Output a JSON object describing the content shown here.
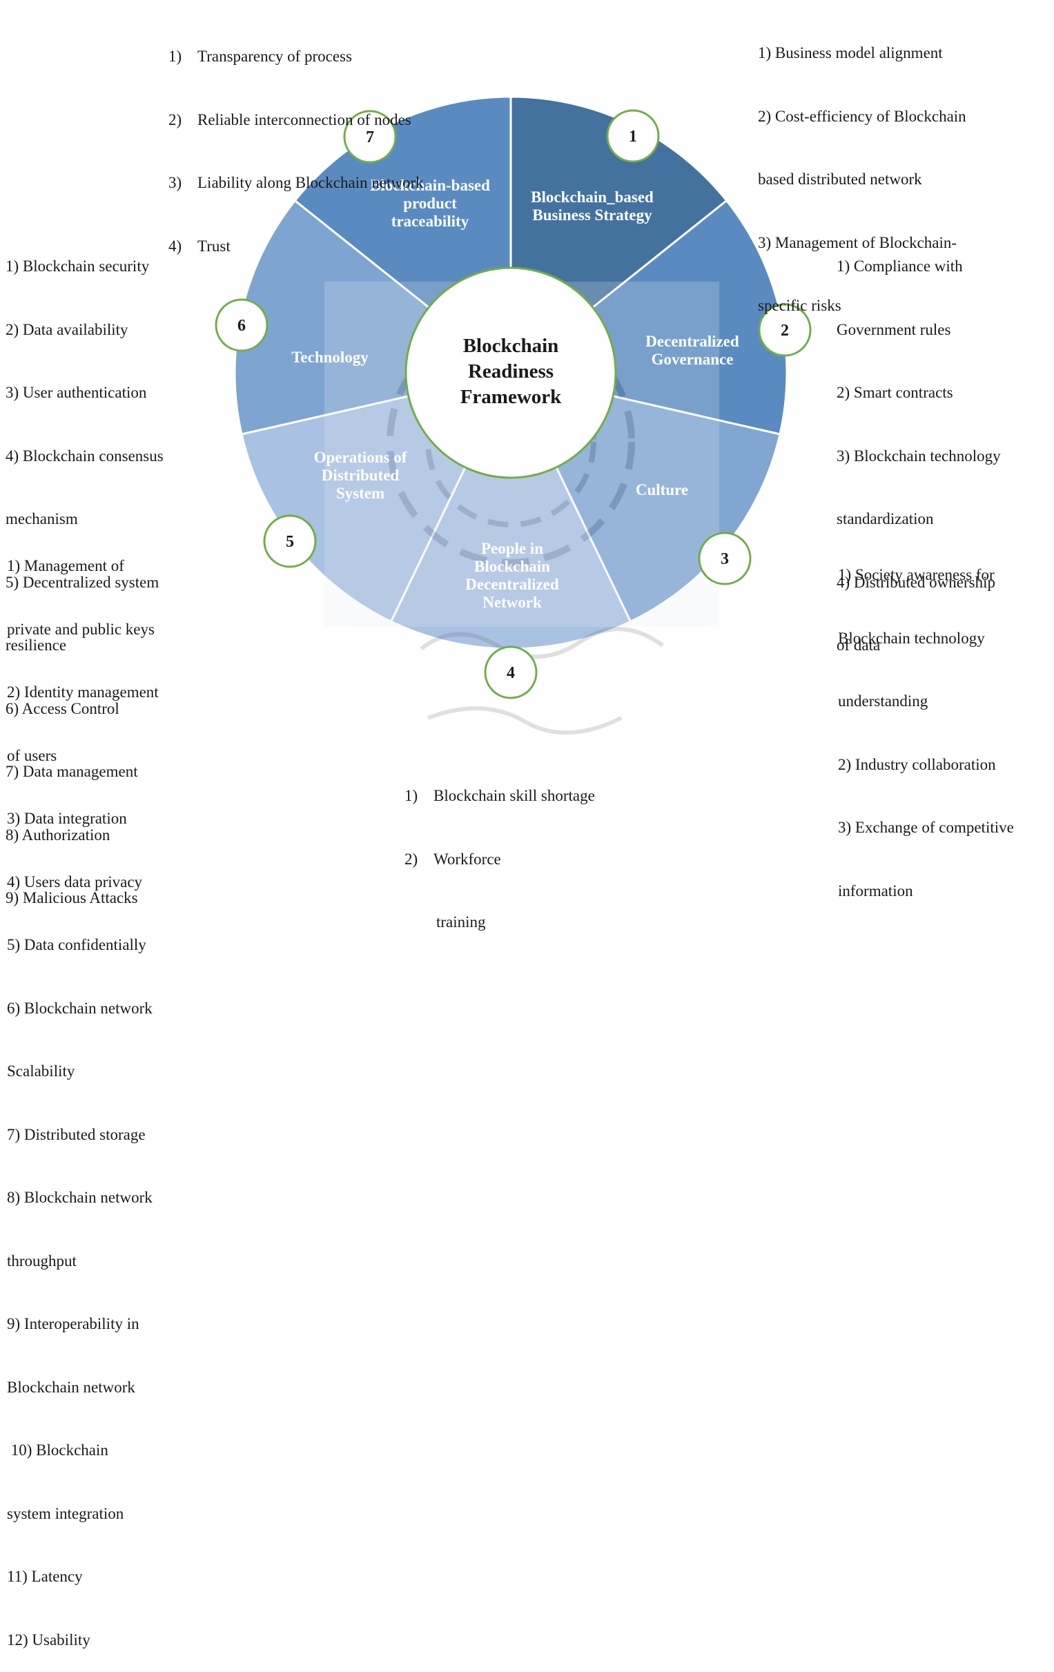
{
  "center_title": [
    "Blockchain",
    "Readiness",
    "Framework"
  ],
  "segments": [
    {
      "number": "1",
      "label": [
        "Blockchain_based",
        "Business Strategy"
      ],
      "color": "#44729f"
    },
    {
      "number": "2",
      "label": [
        "Decentralized",
        "Governance"
      ],
      "color": "#5a8bc0"
    },
    {
      "number": "3",
      "label": [
        "Culture"
      ],
      "color": "#81a6d2"
    },
    {
      "number": "4",
      "label": [
        "People in",
        "Blockchain",
        "Decentralized",
        "Network"
      ],
      "color": "#a9c1e2"
    },
    {
      "number": "5",
      "label": [
        "Operations of",
        "Distributed",
        "System"
      ],
      "color": "#a9c1e2"
    },
    {
      "number": "6",
      "label": [
        "Technology"
      ],
      "color": "#7ea4d1"
    },
    {
      "number": "7",
      "label": [
        "Blockchain-based",
        "product",
        "traceability"
      ],
      "color": "#5a8bc0"
    }
  ],
  "lists": {
    "l7": [
      "Transparency of process",
      "Reliable interconnection of nodes",
      "Liability along Blockchain network",
      "Trust"
    ],
    "l7_markers": [
      "1)",
      "2)",
      "3)",
      "4)"
    ],
    "l1": [
      "1) Business model alignment",
      "2) Cost-efficiency of Blockchain",
      "based distributed network",
      "3) Management of Blockchain-",
      "specific risks"
    ],
    "l6": [
      "1) Blockchain security",
      "2) Data availability",
      "3) User authentication",
      "4) Blockchain consensus",
      "mechanism",
      "5) Decentralized system",
      "resilience",
      "6) Access Control",
      "7) Data management",
      "8) Authorization",
      "9) Malicious Attacks"
    ],
    "l2": [
      "1) Compliance with",
      "Government rules",
      "2) Smart contracts",
      "3) Blockchain technology",
      "standardization",
      "4) Distributed ownership",
      "of data"
    ],
    "l5": [
      "1) Management of",
      "private and public keys",
      "2) Identity management",
      "of users",
      "3) Data integration",
      "4) Users data privacy",
      "5) Data confidentially",
      "6) Blockchain network",
      "Scalability",
      "7) Distributed storage",
      "8) Blockchain network",
      "throughput",
      "9) Interoperability in",
      "Blockchain network",
      " 10) Blockchain",
      "system integration",
      "11) Latency",
      "12) Usability"
    ],
    "l3": [
      "1) Society awareness for",
      "Blockchain technology",
      "understanding",
      "2) Industry collaboration",
      "3) Exchange of competitive",
      "information"
    ],
    "l4": [
      "Blockchain skill shortage",
      "Workforce",
      "training"
    ],
    "l4_markers": [
      "1)",
      "2)",
      ""
    ]
  },
  "colors": {
    "ring_accent": "#72ad47",
    "divider": "#ffffff",
    "watermark": "#9aa0a6"
  }
}
